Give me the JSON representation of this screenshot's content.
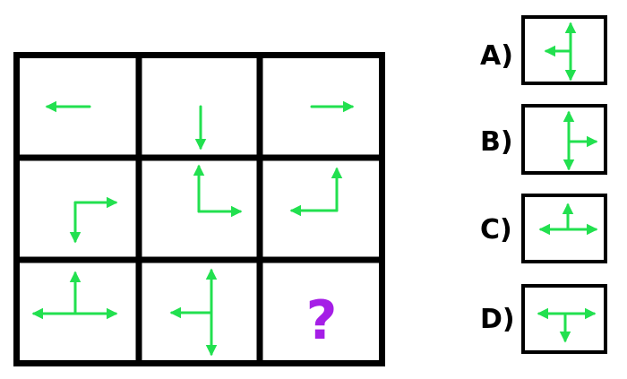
{
  "question_mark": "?",
  "options": [
    {
      "letter": "A)",
      "icon": "arrow-up-down-left-icon"
    },
    {
      "letter": "B)",
      "icon": "arrow-up-down-right-icon"
    },
    {
      "letter": "C)",
      "icon": "arrow-left-right-up-icon"
    },
    {
      "letter": "D)",
      "icon": "arrow-left-right-down-icon"
    }
  ],
  "grid_cells": [
    {
      "icon": "arrow-left-icon"
    },
    {
      "icon": "arrow-down-icon"
    },
    {
      "icon": "arrow-right-icon"
    },
    {
      "icon": "arrow-down-right-icon"
    },
    {
      "icon": "arrow-up-right-icon"
    },
    {
      "icon": "arrow-up-left-icon"
    },
    {
      "icon": "arrow-left-right-up-icon"
    },
    {
      "icon": "arrow-up-down-left-icon"
    },
    {
      "icon": "question-mark-icon"
    }
  ],
  "colors": {
    "arrow": "#22e04f",
    "grid": "#000000",
    "question_mark": "#a51ee6",
    "label": "#000000"
  }
}
